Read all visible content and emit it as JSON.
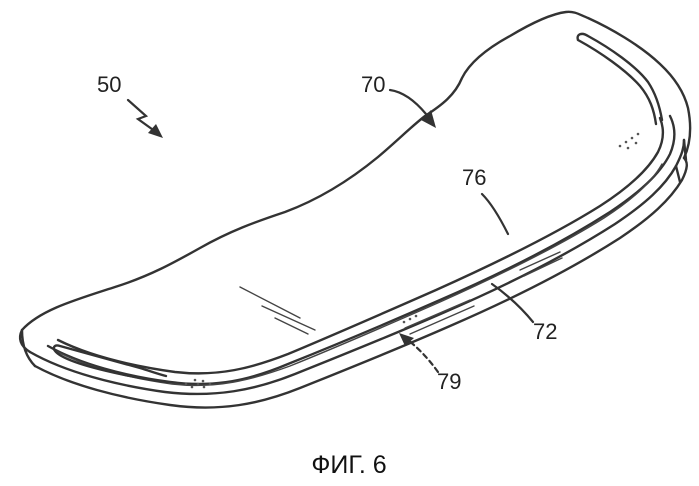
{
  "figure": {
    "caption": "ФИГ. 6",
    "labels": {
      "assembly": "50",
      "cover": "70",
      "strip": "76",
      "edge": "72",
      "channel": "79"
    }
  },
  "colors": {
    "background": "#ffffff",
    "line": "#333333"
  }
}
